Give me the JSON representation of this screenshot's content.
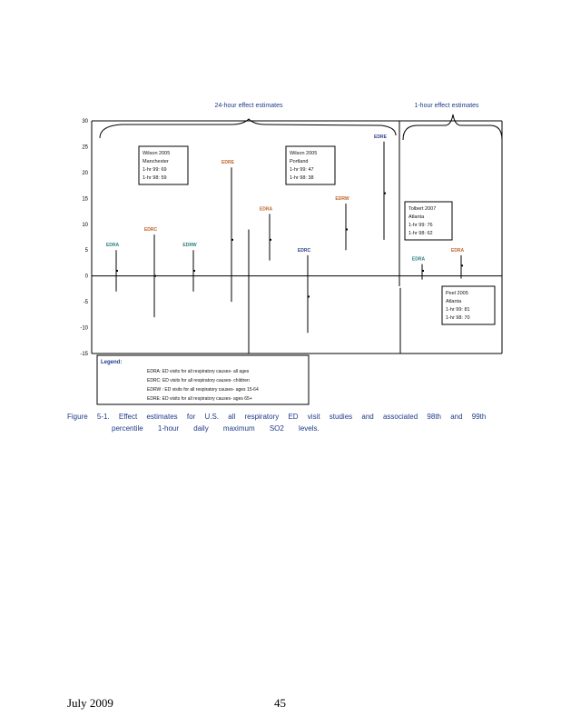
{
  "chart_data": {
    "type": "errorbar",
    "ylim": [
      -15,
      30
    ],
    "yticks": [
      -15,
      -10,
      -5,
      0,
      5,
      10,
      15,
      20,
      25,
      30
    ],
    "ylabel": "",
    "group_labels": [
      "24-hour effect estimates",
      "1-hour effect estimates"
    ],
    "points": [
      {
        "label": "EDRA",
        "estimate": 1,
        "low": -3,
        "high": 5,
        "color": "#2e7d7d"
      },
      {
        "label": "EDRC",
        "estimate": 0,
        "low": -8,
        "high": 8,
        "color": "#c0622a"
      },
      {
        "label": "EDRW",
        "estimate": 1,
        "low": -3,
        "high": 5,
        "color": "#2e7d7d"
      },
      {
        "label": "EDRE",
        "estimate": 7,
        "low": -5,
        "high": 21,
        "color": "#c0622a"
      },
      {
        "label": "EDRA",
        "estimate": 7,
        "low": 3,
        "high": 12,
        "color": "#c0622a"
      },
      {
        "label": "EDRC",
        "estimate": -4,
        "low": -11,
        "high": 4,
        "color": "#2b3f8a"
      },
      {
        "label": "EDRW",
        "estimate": 9,
        "low": 5,
        "high": 14,
        "color": "#c0622a"
      },
      {
        "label": "EDRE",
        "estimate": 16,
        "low": 7,
        "high": 26,
        "color": "#2b3f8a"
      },
      {
        "label": "EDRA",
        "estimate": 1,
        "low": -0.7,
        "high": 2.3,
        "color": "#2e7d7d"
      },
      {
        "label": "EDRA",
        "estimate": 2,
        "low": -0.5,
        "high": 4,
        "color": "#c0622a"
      }
    ],
    "annotations": [
      {
        "lines": [
          "Wilson 2005",
          "Manchester",
          "1-hr 99: 69",
          "1-hr 98: 59"
        ]
      },
      {
        "lines": [
          "Wilson 2005",
          "Portland",
          "1-hr 99: 47",
          "1-hr 98: 38"
        ]
      },
      {
        "lines": [
          "Tolbert 2007",
          "Atlanta",
          "1-hr 99: 76",
          "1-hr 98: 62"
        ]
      },
      {
        "lines": [
          "Peel 2005",
          "Atlanta",
          "1-hr 99: 81",
          "1-hr 98: 70"
        ]
      }
    ],
    "legend": {
      "title": "Legend:",
      "entries": [
        "EDRA: ED visits for all respiratory causes- all ages",
        "EDRC: ED visits for all respiratory causes- children",
        "EDRW : ED visits for all respiratory causes- ages 15-64",
        "EDRE: ED visits for all respiratory causes- ages 65+"
      ]
    }
  },
  "caption": {
    "line1": "Figure 5-1. Effect estimates for U.S. all respiratory ED visit studies and associated 98th and 99th",
    "line2": "percentile 1-hour daily maximum SO2 levels."
  },
  "footer": {
    "date": "July 2009",
    "page": "45"
  }
}
